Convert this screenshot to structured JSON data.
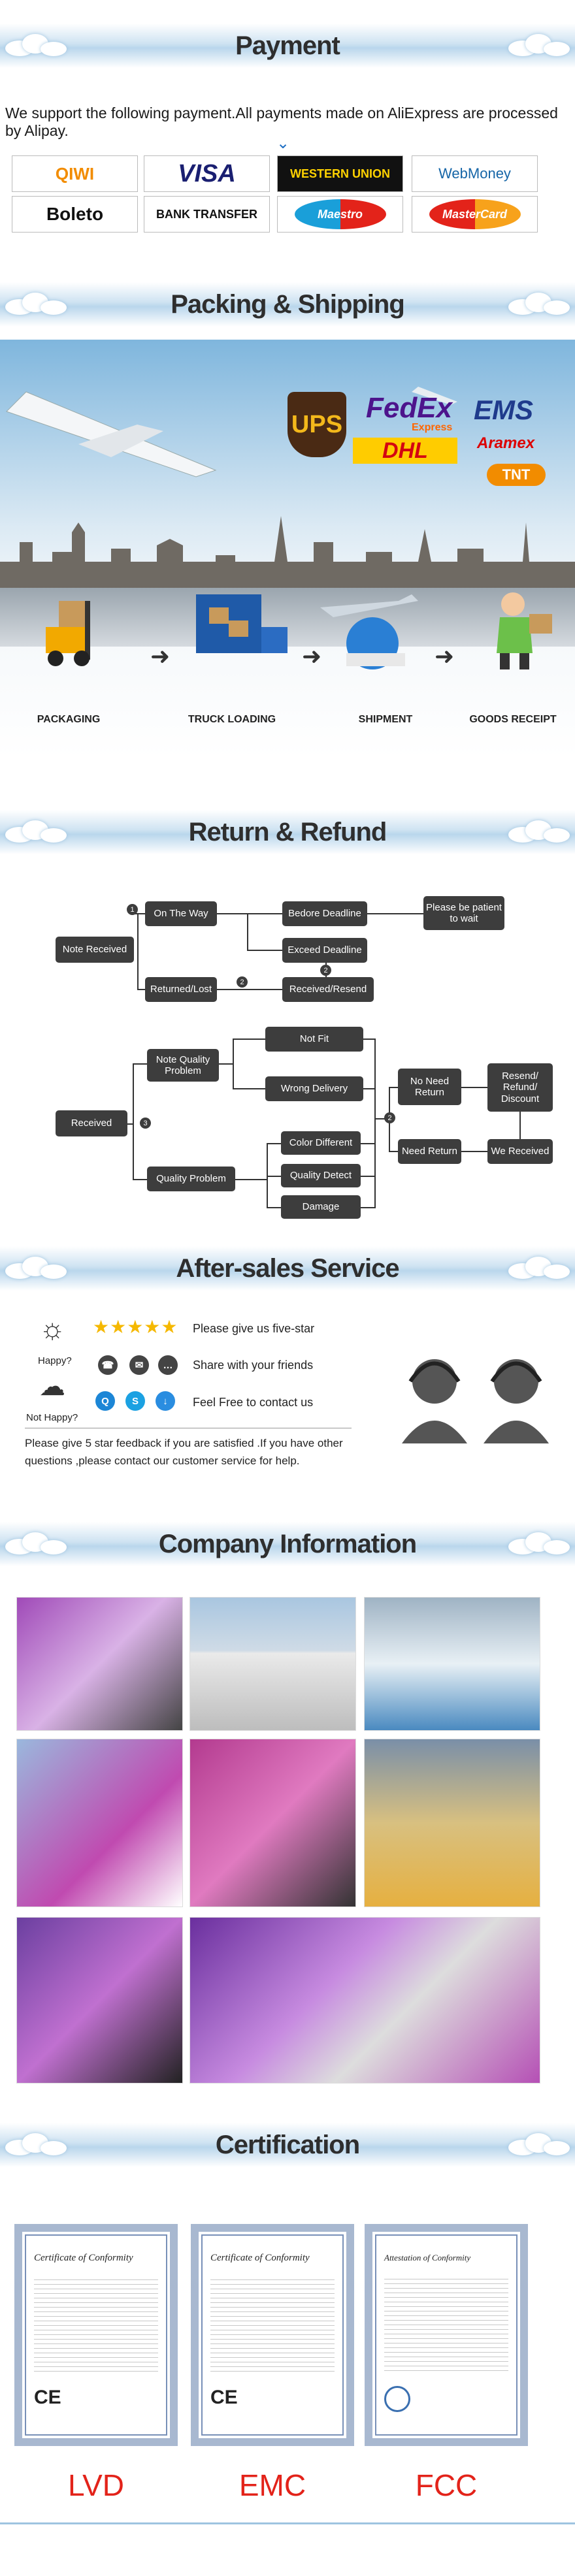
{
  "sections": {
    "payment": "Payment",
    "shipping": "Packing & Shipping",
    "refund": "Return & Refund",
    "aftersales": "After-sales Service",
    "company": "Company Information",
    "certification": "Certification"
  },
  "payment": {
    "text": "We support the following payment.All payments made on AliExpress are processed by Alipay.",
    "logos": [
      "QIWI",
      "VISA",
      "WESTERN UNION",
      "WebMoney",
      "Boleto",
      "BANK TRANSFER",
      "Maestro",
      "MasterCard"
    ]
  },
  "shipping": {
    "carriers": [
      "FedEx",
      "Express",
      "EMS",
      "UPS",
      "DHL",
      "Aramex",
      "TNT"
    ],
    "steps": [
      "PACKAGING",
      "TRUCK LOADING",
      "SHIPMENT",
      "GOODS RECEIPT"
    ]
  },
  "refund": {
    "note_received": "Note Received",
    "on_the_way": "On The Way",
    "before_deadline": "Bedore Deadline",
    "please_wait": "Please be patient to wait",
    "exceed_deadline": "Exceed Deadline",
    "returned_lost": "Returned/Lost",
    "received_resend": "Received/Resend",
    "received": "Received",
    "note_quality": "Note Quality Problem",
    "not_fit": "Not Fit",
    "wrong_delivery": "Wrong Delivery",
    "quality_problem": "Quality Problem",
    "color_different": "Color Different",
    "quality_detect": "Quality Detect",
    "damage": "Damage",
    "no_need_return": "No Need Return",
    "need_return": "Need Return",
    "resend_refund": "Resend/ Refund/ Discount",
    "we_received": "We Received",
    "n1": "1",
    "n2": "2",
    "n3": "3"
  },
  "aftersales": {
    "happy": "Happy?",
    "not_happy": "Not Happy?",
    "line1": "Please give us five-star",
    "line2": "Share with your friends",
    "line3": "Feel Free to contact us",
    "note": "Please give 5 star feedback if you are satisfied .If you have other questions ,please contact our customer service for help."
  },
  "certification": {
    "labels": [
      "LVD",
      "EMC",
      "FCC"
    ],
    "cert_title": "Certificate of Conformity",
    "fcc_title": "Attestation of Conformity"
  },
  "colors": {
    "accent_red": "#e3231a",
    "banner_blue": "#b9d6ec",
    "box_dark": "#3d3d3d"
  }
}
